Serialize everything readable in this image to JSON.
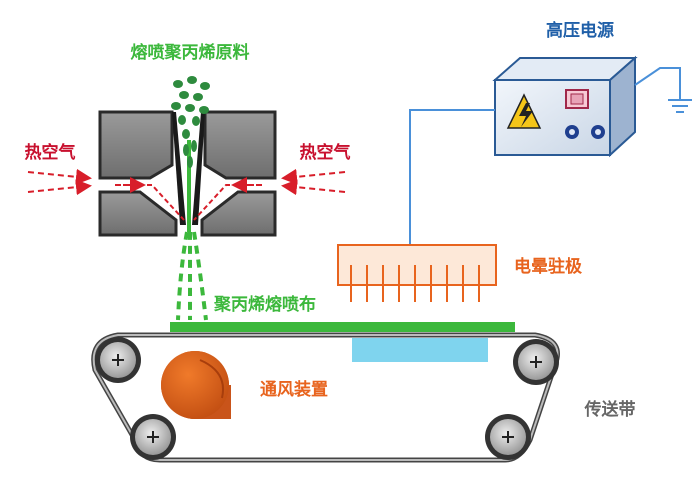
{
  "labels": {
    "raw_material": "熔喷聚丙烯原料",
    "hot_air_left": "热空气",
    "hot_air_right": "热空气",
    "power_supply": "高压电源",
    "corona_electret": "电晕驻极",
    "meltblown_fabric": "聚丙烯熔喷布",
    "air_device": "通风装置",
    "conveyor": "传送带"
  },
  "colors": {
    "green": "#3cb83c",
    "dark_red": "#c8102e",
    "orange": "#e8641e",
    "blue_text": "#1f5fa8",
    "wire": "#4a90d9",
    "die_fill": "#8a8a8a",
    "corona_fill": "#fde8d8",
    "air_zone": "#7fd4ee"
  }
}
